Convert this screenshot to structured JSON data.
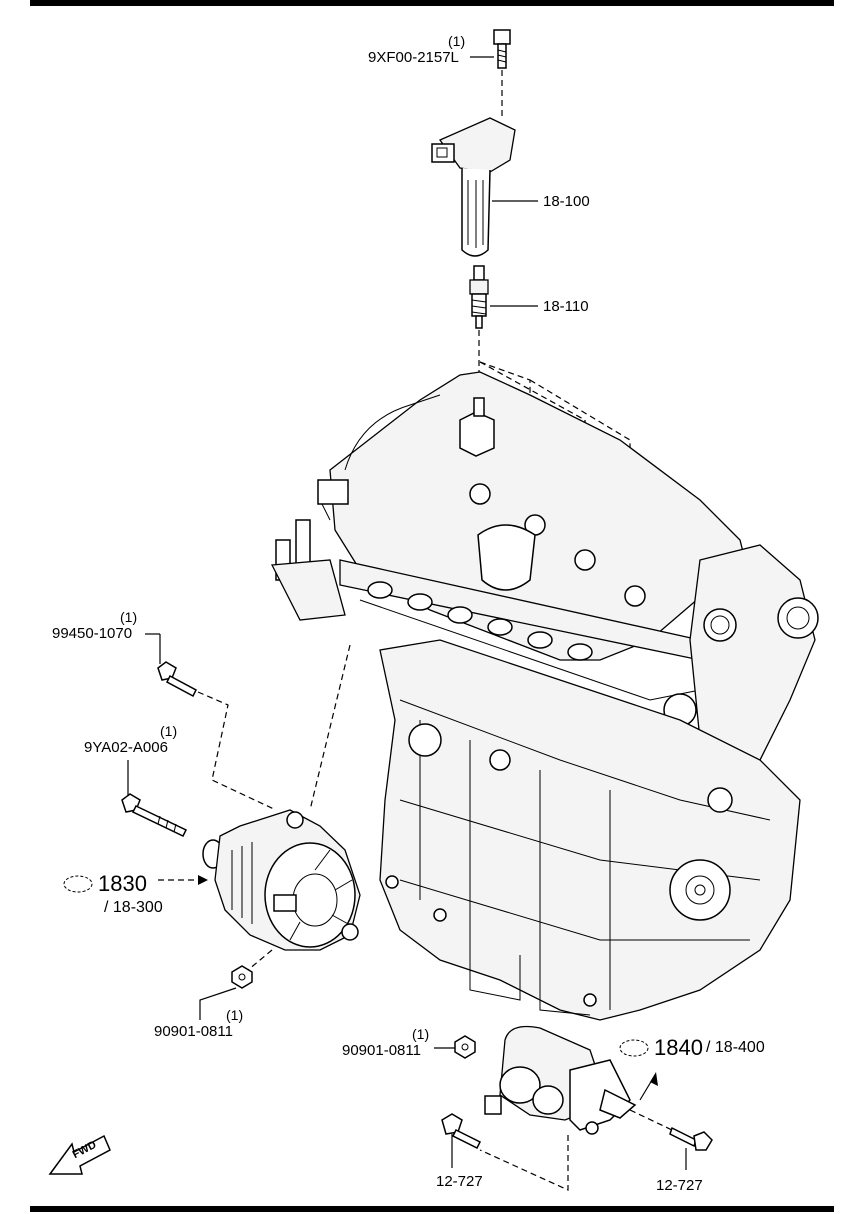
{
  "callouts": {
    "bolt_top": {
      "qty": "(1)",
      "part": "9XF00-2157L"
    },
    "ignition_coil": {
      "part": "18-100"
    },
    "spark_plug": {
      "part": "18-110"
    },
    "bolt_alt_upper": {
      "qty": "(1)",
      "part": "99450-1070"
    },
    "bolt_alt_lower": {
      "qty": "(1)",
      "part": "9YA02-A006"
    },
    "alternator": {
      "group": "1830",
      "part": "/ 18-300"
    },
    "nut_alt": {
      "qty": "(1)",
      "part": "90901-0811"
    },
    "nut_starter": {
      "qty": "(1)",
      "part": "90901-0811"
    },
    "starter": {
      "group": "1840",
      "part": "/ 18-400"
    },
    "bolt_starter_left": {
      "part": "12-727"
    },
    "bolt_starter_right": {
      "part": "12-727"
    }
  },
  "fwd_arrow": {
    "label": "FWD"
  },
  "icons": [
    "bolt-icon",
    "ignition-coil-icon",
    "spark-plug-icon",
    "engine-block-icon",
    "alternator-icon",
    "nut-icon",
    "starter-motor-icon",
    "section-ref-icon",
    "fwd-arrow-icon"
  ]
}
